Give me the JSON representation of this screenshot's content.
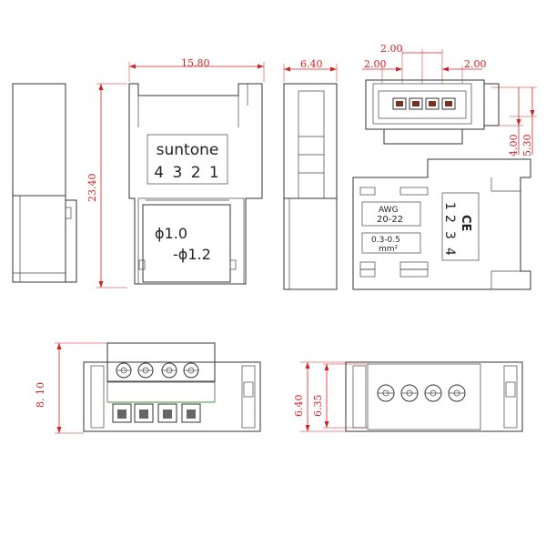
{
  "dimensions": {
    "width_15_80": "15.80",
    "width_6_40": "6.40",
    "height_23_40": "23.40",
    "pitch_2_00_top": "2.00",
    "pitch_2_00_left": "2.00",
    "pitch_2_00_right": "2.00",
    "height_4_00": "4.00",
    "height_5_30": "5.30",
    "height_8_10": "8. 10",
    "height_6_40": "6.40",
    "height_6_35": "6.35"
  },
  "front_label": {
    "brand": "suntone",
    "pin_order": "4 3 2 1",
    "dia_min": "ϕ1.0",
    "dia_max": "-ϕ1.2"
  },
  "back_label": {
    "awg_title": "AWG",
    "awg_range": "20-22",
    "mm_range": "0.3-0.5",
    "mm_unit": "mm²",
    "pin_1": "1",
    "pin_2": "2",
    "pin_3": "3",
    "pin_4": "4",
    "ce_mark": "CE"
  },
  "colors": {
    "dimension": "#d42020",
    "outline": "#333333",
    "accent_green": "#3a9a3a"
  }
}
